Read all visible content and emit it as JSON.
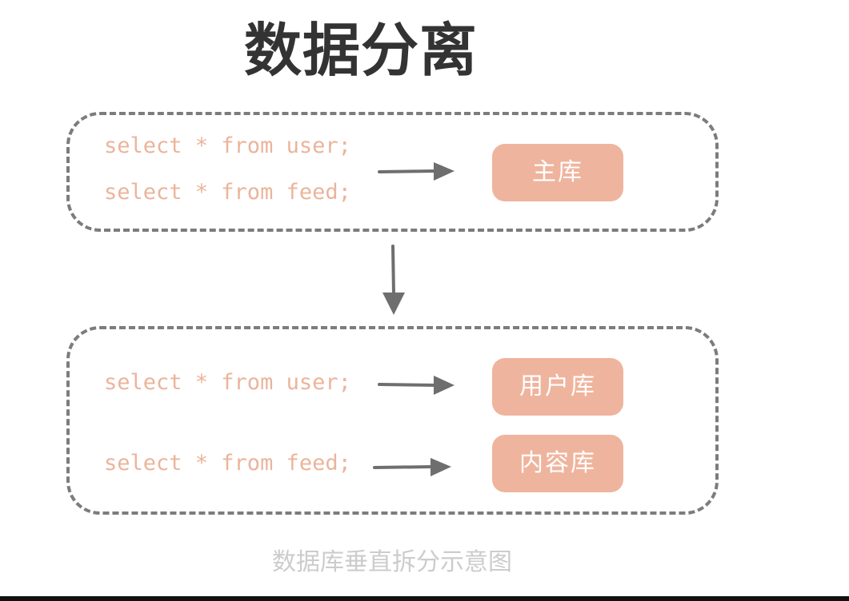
{
  "title": "数据分离",
  "top_group": {
    "queries": [
      "select * from user;",
      "select * from feed;"
    ],
    "db": "主库"
  },
  "bottom_group": {
    "rows": [
      {
        "query": "select * from user;",
        "db": "用户库"
      },
      {
        "query": "select * from feed;",
        "db": "内容库"
      }
    ]
  },
  "caption": "数据库垂直拆分示意图",
  "colors": {
    "title": "#333333",
    "query_text": "#ebb49b",
    "db_box": "#efb49d",
    "dashed_border": "#7c7c7c",
    "arrow": "#6e6e6e",
    "caption": "#cccccc"
  }
}
